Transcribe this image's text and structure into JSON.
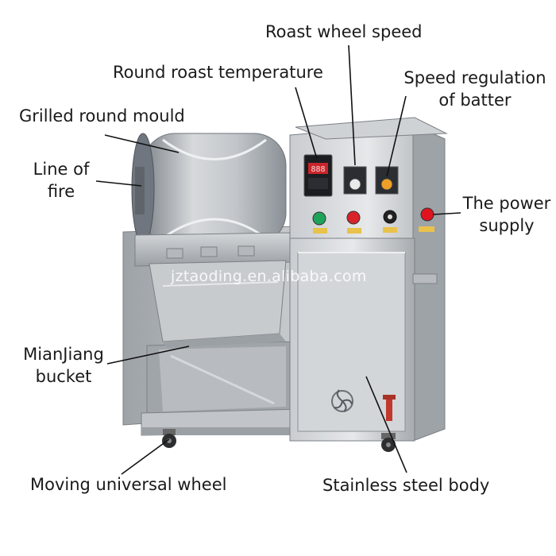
{
  "labels": {
    "roast_wheel_speed": "Roast wheel speed",
    "round_roast_temperature": "Round roast temperature",
    "speed_regulation_line1": "Speed regulation",
    "speed_regulation_line2": "of batter",
    "grilled_round_mould": "Grilled round mould",
    "line_of_fire_line1": "Line of",
    "line_of_fire_line2": "fire",
    "power_supply_line1": "The power",
    "power_supply_line2": "supply",
    "mianjiang_line1": "MianJiang",
    "mianjiang_line2": "bucket",
    "moving_wheel": "Moving universal wheel",
    "stainless_body": "Stainless steel body"
  },
  "watermark": "jztaoding.en.alibaba.com",
  "controller_display": "888",
  "colors": {
    "steel_light": "#d9dcdf",
    "steel_mid": "#b5b9bd",
    "steel_dark": "#8b9095",
    "button_green": "#1fa35a",
    "button_red": "#d8232a",
    "power_red": "#e0141e"
  }
}
